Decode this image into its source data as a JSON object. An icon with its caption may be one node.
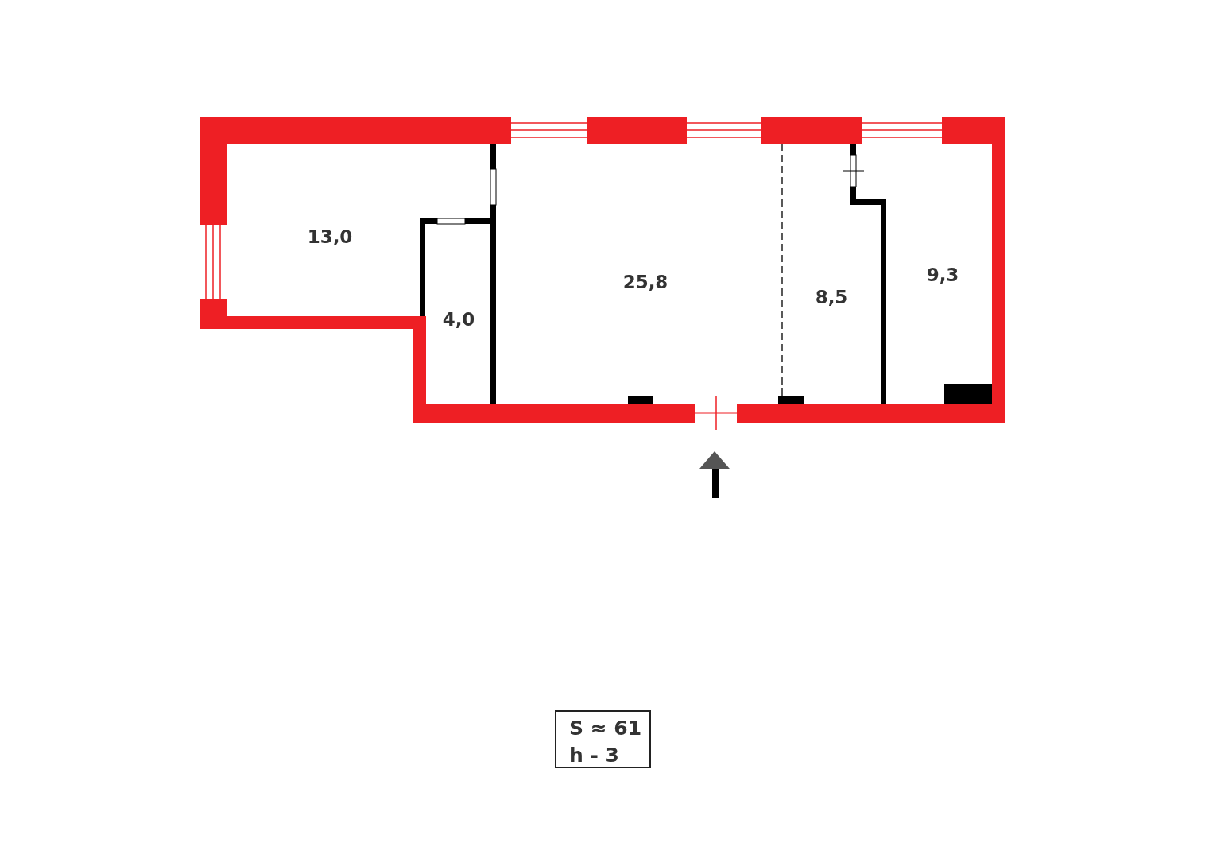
{
  "diagram": {
    "nodes": [
      {
        "text": [
          "S ≈ 61",
          "h - 3"
        ]
      }
    ],
    "labels": [
      "13,0",
      "4,0",
      "25,8",
      "8,5",
      "9,3"
    ]
  }
}
